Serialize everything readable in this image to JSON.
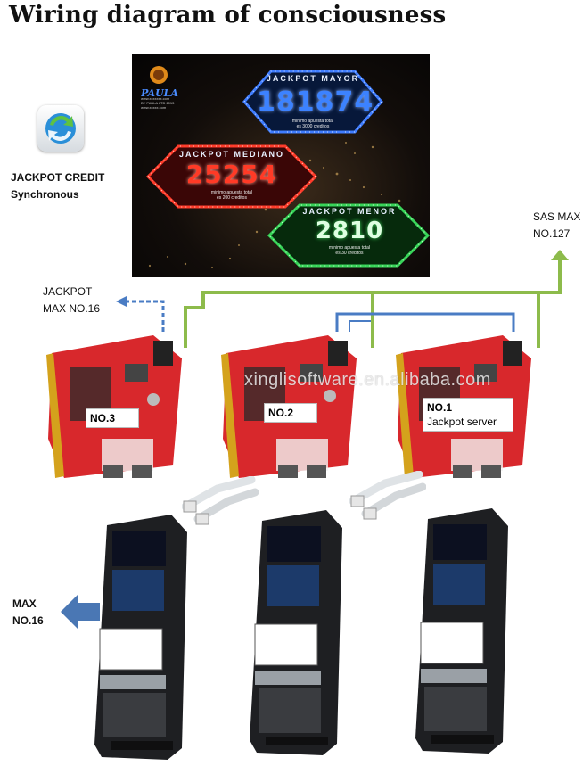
{
  "title": "Wiring diagram of consciousness",
  "jackpot_credit": {
    "line1": "JACKPOT CREDIT",
    "line2": "Synchronous"
  },
  "sas": {
    "line1": "SAS MAX",
    "line2": "NO.127"
  },
  "jackpot_max": {
    "line1": "JACKPOT",
    "line2": "MAX NO.16"
  },
  "machines_max": {
    "line1": "MAX",
    "line2": "NO.16"
  },
  "display": {
    "brand": "PAULA",
    "brand_lines": [
      "www.xxxxxxx.com",
      "BY PAULA LTD 2013",
      "www.xxxxx.com"
    ],
    "jackpots": [
      {
        "name": "JACKPOT MAYOR",
        "value": "181874",
        "note1": "minimo apuesta total",
        "note2": "es 3000 creditos",
        "color": "#2f6bff"
      },
      {
        "name": "JACKPOT MEDIANO",
        "value": "25254",
        "note1": "minimo apuesta total",
        "note2": "es 200 creditos",
        "color": "#ff2a1a"
      },
      {
        "name": "JACKPOT MENOR",
        "value": "2810",
        "note1": "minimo apuesta total",
        "note2": "es 30 creditos",
        "color": "#2bd24a"
      }
    ]
  },
  "boards": [
    {
      "tag": "NO.3"
    },
    {
      "tag": "NO.2"
    },
    {
      "tag": "NO.1",
      "subtag": "Jackpot server"
    }
  ],
  "watermark": "xinglisoftware.en.alibaba.com",
  "colors": {
    "wire_green": "#8dbb4b",
    "wire_blue": "#4a7cc4",
    "board_red": "#d8282c",
    "arrow_blue": "#4a77b4"
  }
}
